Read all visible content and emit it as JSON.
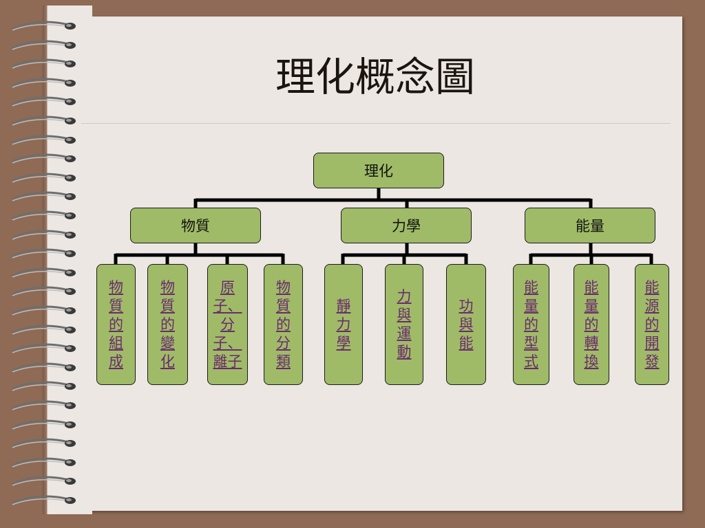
{
  "title": "理化概念圖",
  "root": {
    "label": "理化"
  },
  "categories": [
    {
      "label": "物質"
    },
    {
      "label": "力學"
    },
    {
      "label": "能量"
    }
  ],
  "leaves": [
    {
      "label": "物質的組成",
      "parent": 0
    },
    {
      "label": "物質的變化",
      "parent": 0
    },
    {
      "label": "原子、分子、離子",
      "parent": 0
    },
    {
      "label": "物質的分類",
      "parent": 0
    },
    {
      "label": "靜力學",
      "parent": 1
    },
    {
      "label": "力與運動",
      "parent": 1
    },
    {
      "label": "功與能",
      "parent": 1
    },
    {
      "label": "能量的型式",
      "parent": 2
    },
    {
      "label": "能量的轉換",
      "parent": 2
    },
    {
      "label": "能源的開發",
      "parent": 2
    }
  ],
  "colors": {
    "box_fill": "#9fbb67",
    "link_text": "#6b2a6e",
    "page": "#ece7e3",
    "background": "#8f6a54"
  },
  "decor": {
    "binding": "spiral-rings"
  }
}
